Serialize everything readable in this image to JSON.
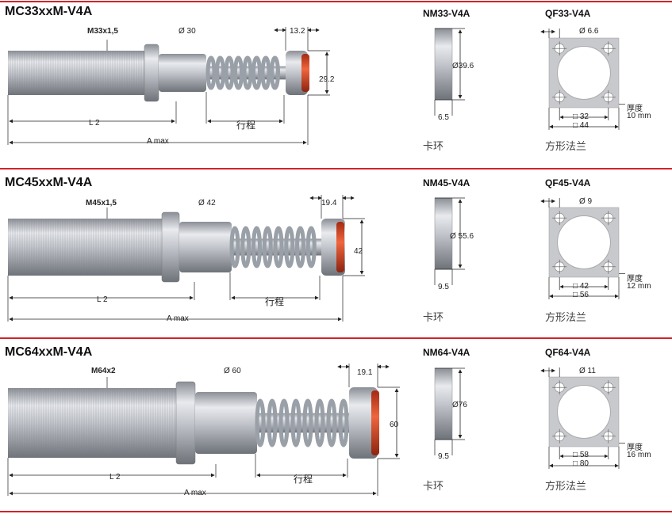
{
  "sections": [
    {
      "model": "MC33xxM-V4A",
      "thread": "M33x1,5",
      "body_dia": "Ø 30",
      "cap_len": "13.2",
      "cap_dia": "29.2",
      "l2": "L 2",
      "stroke": "行程",
      "amax": "A max",
      "nut_model": "NM33-V4A",
      "nut_dia": "Ø39.6",
      "nut_thk": "6.5",
      "nut_caption": "卡环",
      "flange_model": "QF33-V4A",
      "flange_hole": "Ø 6.6",
      "flange_inner": "□ 32",
      "flange_outer": "□ 44",
      "thickness_label": "厚度",
      "thickness_value": "10 mm",
      "flange_caption": "方形法兰"
    },
    {
      "model": "MC45xxM-V4A",
      "thread": "M45x1,5",
      "body_dia": "Ø 42",
      "cap_len": "19.4",
      "cap_dia": "42",
      "l2": "L 2",
      "stroke": "行程",
      "amax": "A max",
      "nut_model": "NM45-V4A",
      "nut_dia": "Ø 55.6",
      "nut_thk": "9.5",
      "nut_caption": "卡环",
      "flange_model": "QF45-V4A",
      "flange_hole": "Ø 9",
      "flange_inner": "□ 42",
      "flange_outer": "□ 56",
      "thickness_label": "厚度",
      "thickness_value": "12 mm",
      "flange_caption": "方形法兰"
    },
    {
      "model": "MC64xxM-V4A",
      "thread": "M64x2",
      "body_dia": "Ø 60",
      "cap_len": "19.1",
      "cap_dia": "60",
      "l2": "L 2",
      "stroke": "行程",
      "amax": "A max",
      "nut_model": "NM64-V4A",
      "nut_dia": "Ø76",
      "nut_thk": "9.5",
      "nut_caption": "卡环",
      "flange_model": "QF64-V4A",
      "flange_hole": "Ø 11",
      "flange_inner": "□ 58",
      "flange_outer": "□ 80",
      "thickness_label": "厚度",
      "thickness_value": "16 mm",
      "flange_caption": "方形法兰"
    }
  ],
  "colors": {
    "rule": "#d2232a",
    "cap": "#d9421e",
    "metal": "#b9bcc2"
  }
}
